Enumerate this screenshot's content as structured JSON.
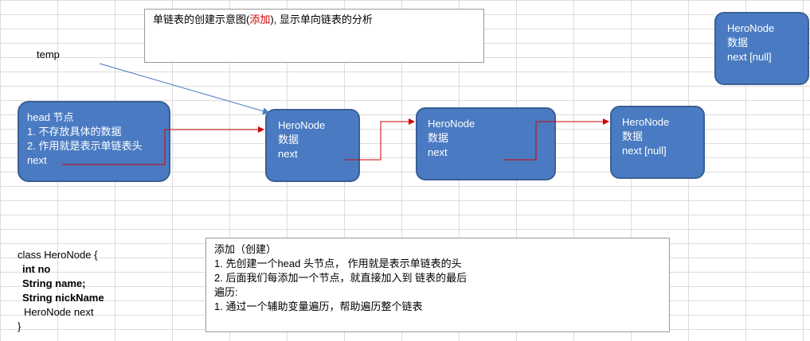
{
  "title_note": {
    "prefix": "单链表的创建示意图(",
    "highlight": "添加",
    "suffix": "), 显示单向链表的分析"
  },
  "temp_label": "temp",
  "head_node": {
    "line1": "head 节点",
    "line2": "1. 不存放具体的数据",
    "line3": "2. 作用就是表示单链表头",
    "line4": "next"
  },
  "nodes": [
    {
      "name": "HeroNode",
      "data": "数据",
      "next": "next"
    },
    {
      "name": "HeroNode",
      "data": "数据",
      "next": "next"
    },
    {
      "name": "HeroNode",
      "data": "数据",
      "next": "next [null]"
    },
    {
      "name": "HeroNode",
      "data": "数据",
      "next": "next [null]"
    }
  ],
  "class_def": {
    "line1": "class HeroNode {",
    "line2": "int no",
    "line3": "String name;",
    "line4": "String nickName",
    "line5": "HeroNode next",
    "line6": "}"
  },
  "add_note": {
    "line1": "添加（创建）",
    "line2": "1. 先创建一个head 头节点， 作用就是表示单链表的头",
    "line3": "2. 后面我们每添加一个节点，就直接加入到 链表的最后",
    "line4": "遍历:",
    "line5": "1.  通过一个辅助变量遍历，帮助遍历整个链表"
  },
  "colors": {
    "node_fill": "#4a7bc2",
    "node_border": "#3a5f96",
    "link_arrow": "#d00000",
    "temp_arrow": "#4a7bc2",
    "highlight_text": "#d00000"
  }
}
